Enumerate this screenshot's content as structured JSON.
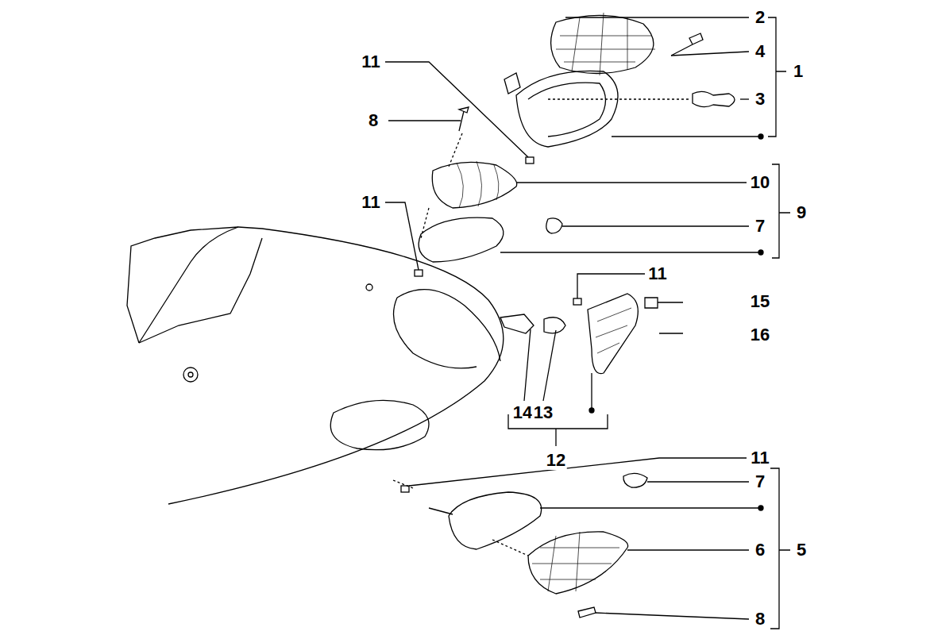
{
  "diagram": {
    "labels": [
      "2",
      "11",
      "4",
      "1",
      "3",
      "8",
      "10",
      "11",
      "9",
      "7",
      "11",
      "15",
      "16",
      "14",
      "13",
      "12",
      "11",
      "7",
      "6",
      "5",
      "8"
    ]
  }
}
